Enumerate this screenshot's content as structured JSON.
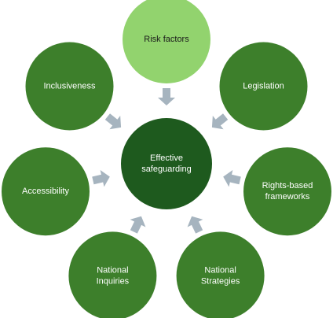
{
  "diagram": {
    "center": {
      "lines": [
        "Effective",
        "safeguarding"
      ],
      "fill": "#1e5a1e"
    },
    "outer_fill": "#3d7f2b",
    "highlight_fill": "#92d36e",
    "arrow_fill": "#a6b4bf",
    "nodes": [
      {
        "id": "risk-factors",
        "lines": [
          "Risk factors"
        ],
        "highlight": true
      },
      {
        "id": "legislation",
        "lines": [
          "Legislation"
        ],
        "highlight": false
      },
      {
        "id": "rights-based-frameworks",
        "lines": [
          "Rights-based",
          "frameworks"
        ],
        "highlight": false
      },
      {
        "id": "national-strategies",
        "lines": [
          "National",
          "Strategies"
        ],
        "highlight": false
      },
      {
        "id": "national-inquiries",
        "lines": [
          "National",
          "Inquiries"
        ],
        "highlight": false
      },
      {
        "id": "accessibility",
        "lines": [
          "Accessibility"
        ],
        "highlight": false
      },
      {
        "id": "inclusiveness",
        "lines": [
          "Inclusiveness"
        ],
        "highlight": false
      }
    ]
  }
}
